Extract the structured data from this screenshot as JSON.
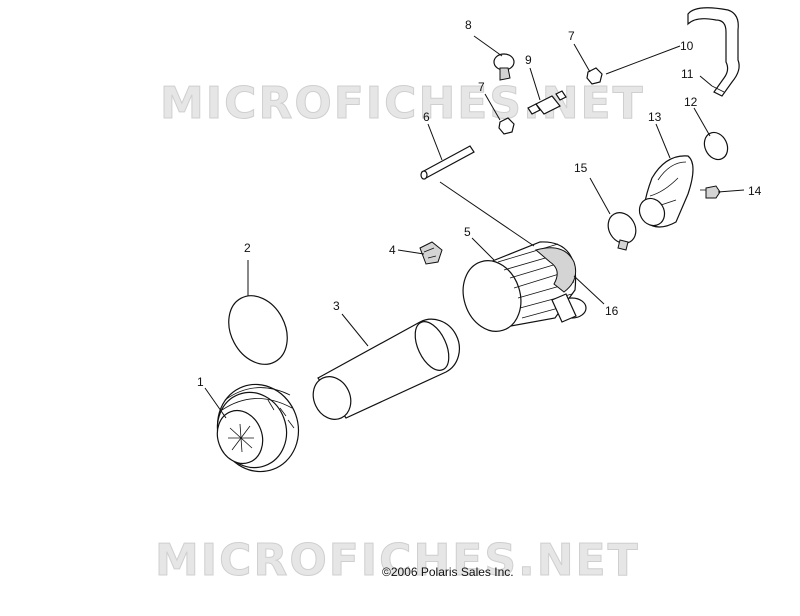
{
  "watermark": "MICROFICHES.NET",
  "copyright": "©2006 Polaris Sales Inc.",
  "callouts": [
    "1",
    "2",
    "3",
    "4",
    "5",
    "6",
    "7",
    "7",
    "8",
    "9",
    "10",
    "11",
    "12",
    "13",
    "14",
    "15",
    "16"
  ]
}
